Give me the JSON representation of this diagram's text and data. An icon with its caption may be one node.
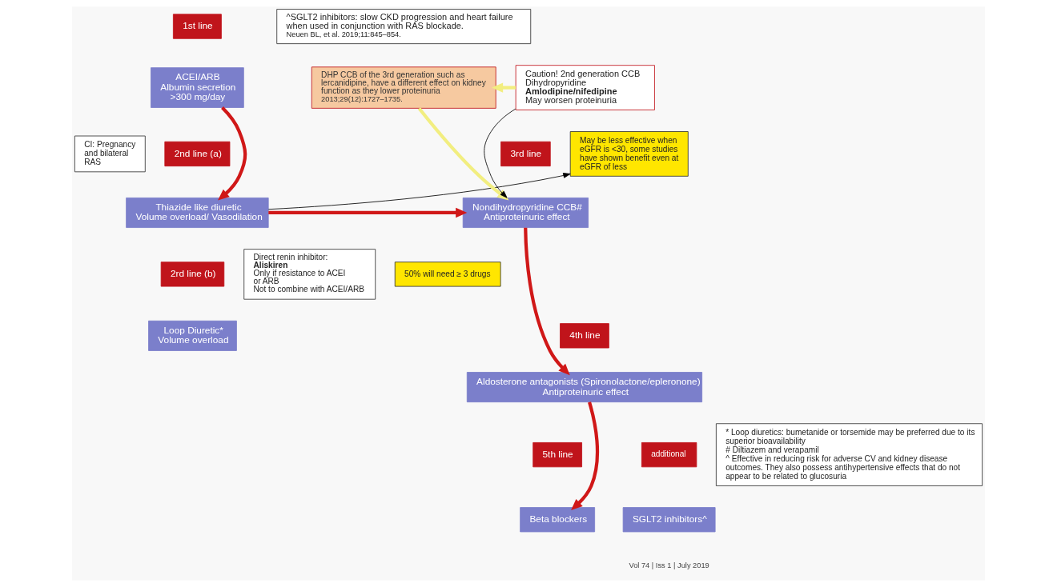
{
  "diagram": {
    "nodes": [
      {
        "text": [
          "1st line"
        ]
      },
      {
        "text": [
          "ACEI/ARB",
          "Albumin secretion >300 mg/day"
        ]
      },
      {
        "text": [
          "CI: Pregnancy and bilateral RAS"
        ]
      },
      {
        "text": [
          "May be less effective when eGFR is <30, some studies have shown benefit even at eGFR of less"
        ]
      },
      {
        "text": [
          "2nd line (a)"
        ]
      },
      {
        "text": [
          "Thiazide like diuretic",
          "Volume overload/ Vasodilation"
        ]
      },
      {
        "text": [
          "2rd line (b)"
        ]
      },
      {
        "text": [
          "Loop Diuretic*",
          "Volume overload"
        ]
      },
      {
        "text": [
          "Direct renin inhibitor:",
          "Aliskiren",
          "Only if resistance to ACEI or ARB",
          "Not to combine with ACEI/ARB"
        ]
      },
      {
        "text": [
          "^SGLT2 inhibitors: slow CKD progression and heart failure when used in conjunction with RAS blockade.",
          "Neuen BL, et al. 2019;11:845–854."
        ]
      },
      {
        "text": [
          "DHP CCB of the 3rd generation such as lercanidipine, have a different effect on kidney function as they lower proteinuria",
          "2013;29(12):1727–1735."
        ]
      },
      {
        "text": [
          "Caution! 2nd generation CCB Dihydropyridine",
          "Amlodipine/nifedipine",
          "May worsen proteinuria"
        ]
      },
      {
        "text": [
          "3rd line"
        ]
      },
      {
        "text": [
          "Nondihydropyridine CCB#",
          "Antiproteinuric effect"
        ]
      },
      {
        "text": [
          "50% will need ≥ 3 drugs"
        ]
      },
      {
        "text": [
          "4th line"
        ]
      },
      {
        "text": [
          "Aldosterone antagonists (Spironolactone/epleronone)",
          "Antiproteinuric effect"
        ]
      },
      {
        "text": [
          "5th line"
        ]
      },
      {
        "text": [
          "Beta blockers"
        ]
      },
      {
        "text": [
          "additional"
        ]
      },
      {
        "text": [
          "SGLT2 inhibitors^"
        ]
      },
      {
        "text": [
          "* Loop diuretics: bumetanide or torsemide may be preferred due to its superior bioavailability",
          "# Diltiazem and verapamil",
          "^ Effective in reducing risk for adverse CV and kidney disease outcomes. They also possess antihypertensive effects that do not appear to be related to glucosuria"
        ]
      }
    ],
    "edges": [
      {
        "from": 1,
        "to": 5,
        "arrow": "to",
        "color": "#d01818"
      },
      {
        "from": 5,
        "to": 3,
        "arrow": "to",
        "color": "#000000"
      },
      {
        "from": 5,
        "to": 13,
        "arrow": "to",
        "color": "#d01818"
      },
      {
        "from": 11,
        "to": 10,
        "arrow": "to",
        "color": "#f2ee80"
      },
      {
        "from": 10,
        "to": 13,
        "arrow": "to",
        "color": "#f2ee80"
      },
      {
        "from": 11,
        "to": 13,
        "arrow": "to",
        "color": "#000000"
      },
      {
        "from": 13,
        "to": 16,
        "arrow": "to",
        "color": "#d01818"
      },
      {
        "from": 16,
        "to": 18,
        "arrow": "to",
        "color": "#d01818"
      }
    ],
    "labels": [
      "Vol 74 | Iss 1 | July 2019"
    ]
  }
}
